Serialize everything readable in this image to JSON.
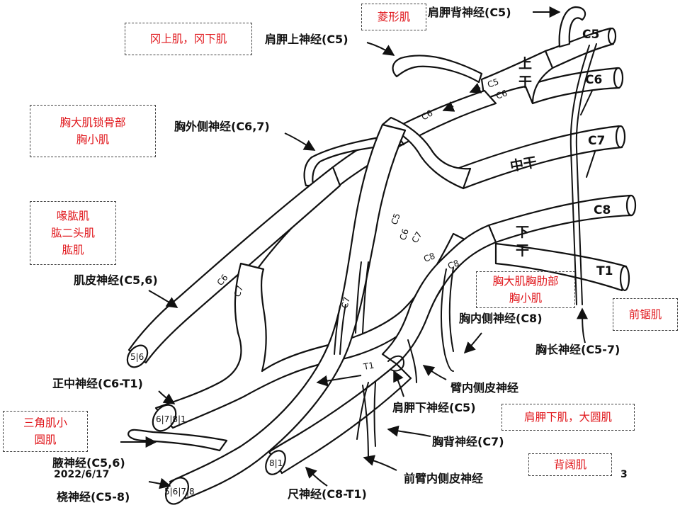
{
  "muscle_boxes": {
    "rhomboid": "菱形肌",
    "supra_infra": "冈上肌，冈下肌",
    "pectoral_clav": "胸大肌锁骨部\n胸小肌",
    "coraco": "喙肱肌\n肱二头肌\n肱肌",
    "pectoral_sternal": "胸大肌胸肋部\n胸小肌",
    "serratus": "前锯肌",
    "subscap_teres": "肩胛下肌，大圆肌",
    "deltoid_teres": "三角肌小\n圆肌",
    "latissimus": "背阔肌"
  },
  "nerve_labels": {
    "dorsal_scapular": "肩胛背神经(C5)",
    "suprascapular": "肩胛上神经(C5)",
    "lateral_pectoral": "胸外侧神经(C6,7)",
    "musculocutaneous": "肌皮神经(C5,6)",
    "median": "正中神经(C6-T1)",
    "axillary": "腋神经(C5,6)",
    "radial": "桡神经(C5-8)",
    "ulnar": "尺神经(C8-T1)",
    "medial_pectoral": "胸内侧神经(C8)",
    "long_thoracic": "胸长神经(C5-7)",
    "medial_brachial_cutaneous": "臂内侧皮神经",
    "subscapular": "肩胛下神经(C5)",
    "thoracodorsal": "胸背神经(C7)",
    "medial_antebrachial_cutaneous": "前臂内侧皮神经"
  },
  "roots": {
    "c5": "C5",
    "c6": "C6",
    "c7": "C7",
    "c8": "C8",
    "t1": "T1"
  },
  "trunks": {
    "upper": [
      "上",
      "干"
    ],
    "middle": "中干",
    "lower": [
      "下",
      "干"
    ]
  },
  "fiber_labels": {
    "c5_a": "C5",
    "c6_a": "C6",
    "c6_b": "C6",
    "c5_b": "C5",
    "c6_c": "C6",
    "c7_a": "C7",
    "c8_a": "C8",
    "c8_b": "C8",
    "c6_d": "C6",
    "c7_b": "C7",
    "c7_c": "C7",
    "t1_a": "T1"
  },
  "cut_ends": {
    "musculocutaneous": "5|6",
    "median": "6|7|8|1",
    "radial": "5|6|7|8",
    "ulnar": "8|1"
  },
  "footer": {
    "date": "2022/6/17",
    "page": "3"
  }
}
